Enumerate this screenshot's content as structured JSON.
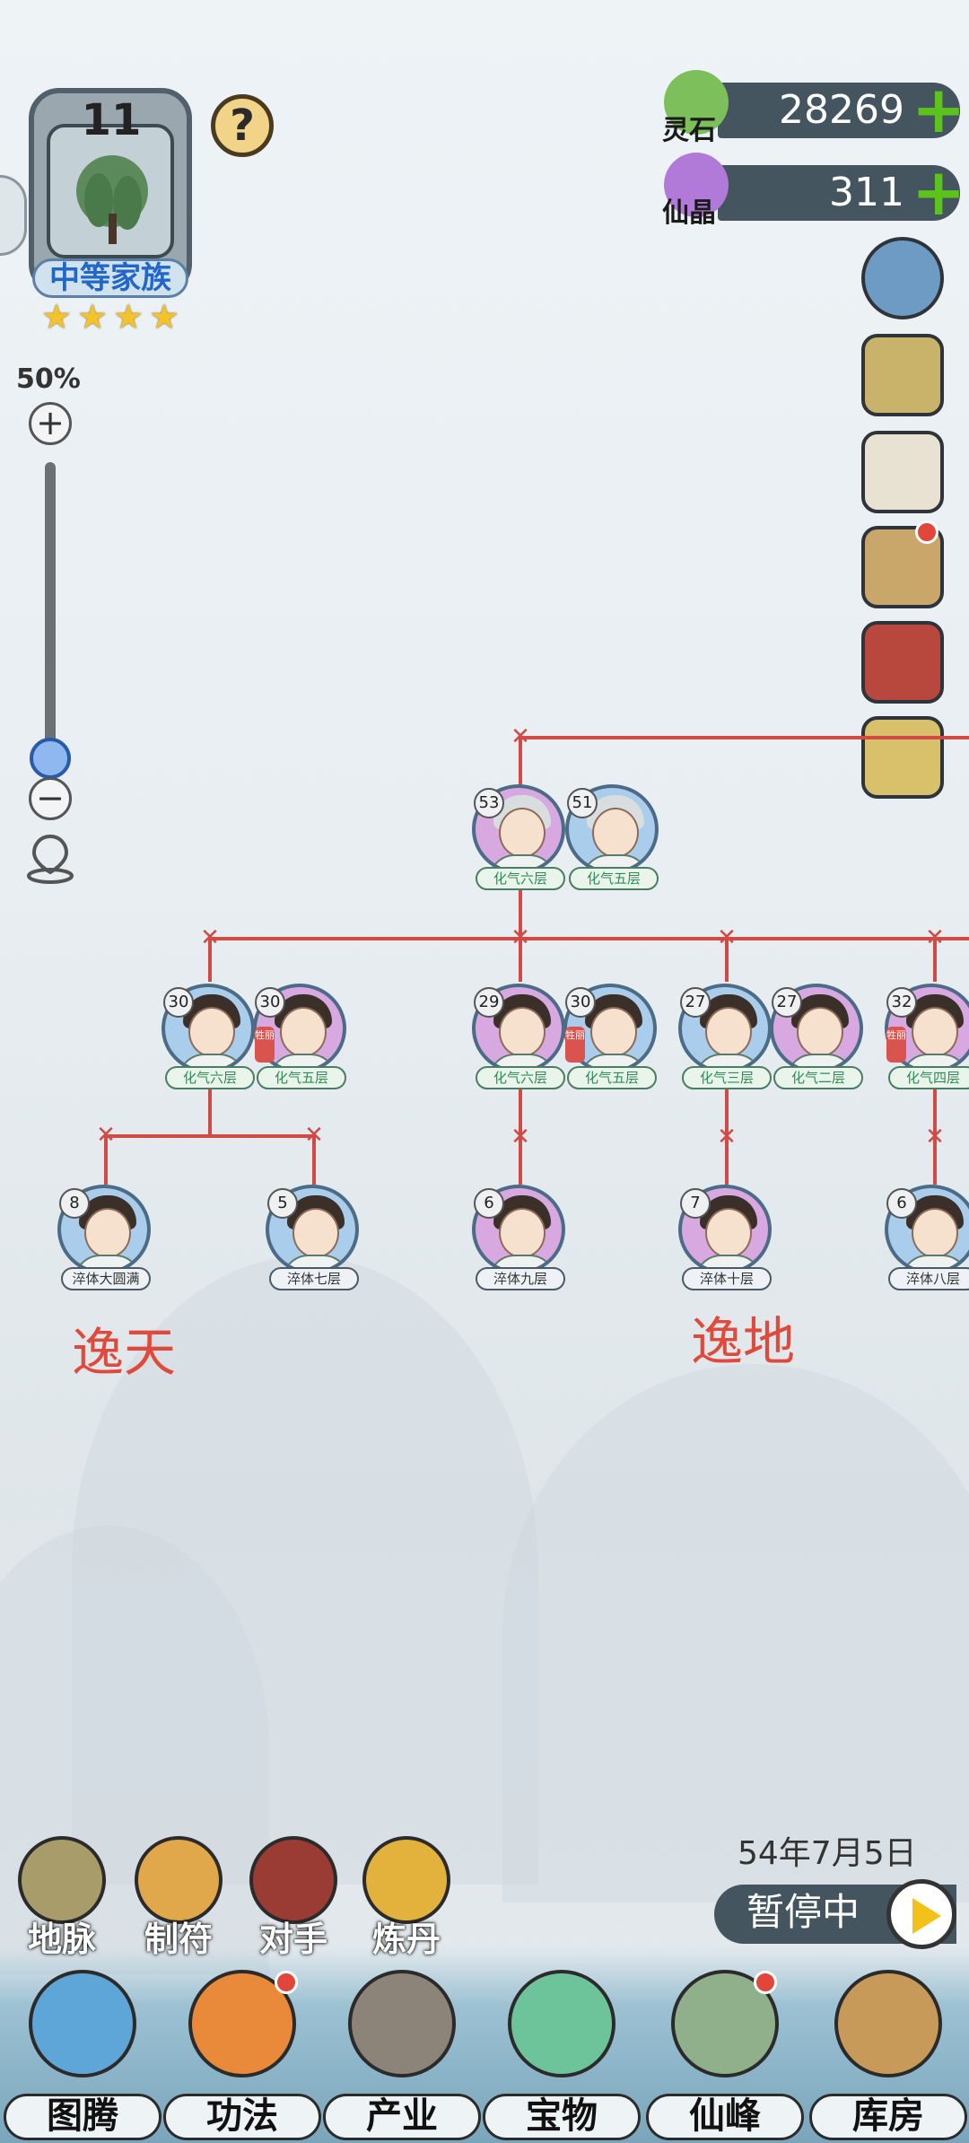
{
  "family": {
    "level": "11",
    "rank": "中等家族",
    "stars": 4
  },
  "zoom": {
    "percent": "50%",
    "plus_icon": "plus-icon",
    "minus_icon": "minus-icon",
    "level_fraction": 0.5
  },
  "currency": {
    "spirit_stone": {
      "label": "灵石",
      "value": "28269"
    },
    "immortal_crystal": {
      "label": "仙晶",
      "value": "311"
    }
  },
  "side_buttons": [
    "settings-gear-icon",
    "map-scroll-icon",
    "letter-icon",
    "scroll-icon",
    "book-icon",
    "ranking-icon"
  ],
  "tree": {
    "gen1": [
      {
        "age": "53",
        "rank": "化气六层",
        "gender": "female"
      },
      {
        "age": "51",
        "rank": "化气五层",
        "gender": "male"
      }
    ],
    "gen2": [
      {
        "age": "30",
        "rank": "化气六层",
        "gender": "male"
      },
      {
        "age": "30",
        "rank": "化气五层",
        "gender": "female",
        "tag": "牲丽"
      },
      {
        "age": "29",
        "rank": "化气六层",
        "gender": "female"
      },
      {
        "age": "30",
        "rank": "化气五层",
        "gender": "male",
        "tag": "牲丽"
      },
      {
        "age": "27",
        "rank": "化气三层",
        "gender": "male"
      },
      {
        "age": "27",
        "rank": "化气二层",
        "gender": "female"
      },
      {
        "age": "32",
        "rank": "化气四层",
        "gender": "female",
        "tag": "牲丽"
      }
    ],
    "gen3": [
      {
        "age": "8",
        "rank": "淬体大圆满",
        "gender": "male"
      },
      {
        "age": "5",
        "rank": "淬体七层",
        "gender": "male"
      },
      {
        "age": "6",
        "rank": "淬体九层",
        "gender": "female"
      },
      {
        "age": "7",
        "rank": "淬体十层",
        "gender": "female"
      },
      {
        "age": "6",
        "rank": "淬体八层",
        "gender": "male"
      }
    ],
    "names": {
      "left": "逸天",
      "right": "逸地"
    }
  },
  "date": "54年7月5日",
  "pause_label": "暂停中",
  "tools": [
    {
      "label": "地脉",
      "icon": "earth-vein-icon"
    },
    {
      "label": "制符",
      "icon": "talisman-icon"
    },
    {
      "label": "对手",
      "icon": "rival-icon"
    },
    {
      "label": "炼丹",
      "icon": "alchemy-icon"
    }
  ],
  "tabs": [
    {
      "label": "图腾",
      "icon": "totem-icon"
    },
    {
      "label": "功法",
      "icon": "technique-icon"
    },
    {
      "label": "产业",
      "icon": "industry-icon"
    },
    {
      "label": "宝物",
      "icon": "treasure-icon"
    },
    {
      "label": "仙峰",
      "icon": "peak-icon"
    },
    {
      "label": "库房",
      "icon": "storage-icon"
    }
  ]
}
